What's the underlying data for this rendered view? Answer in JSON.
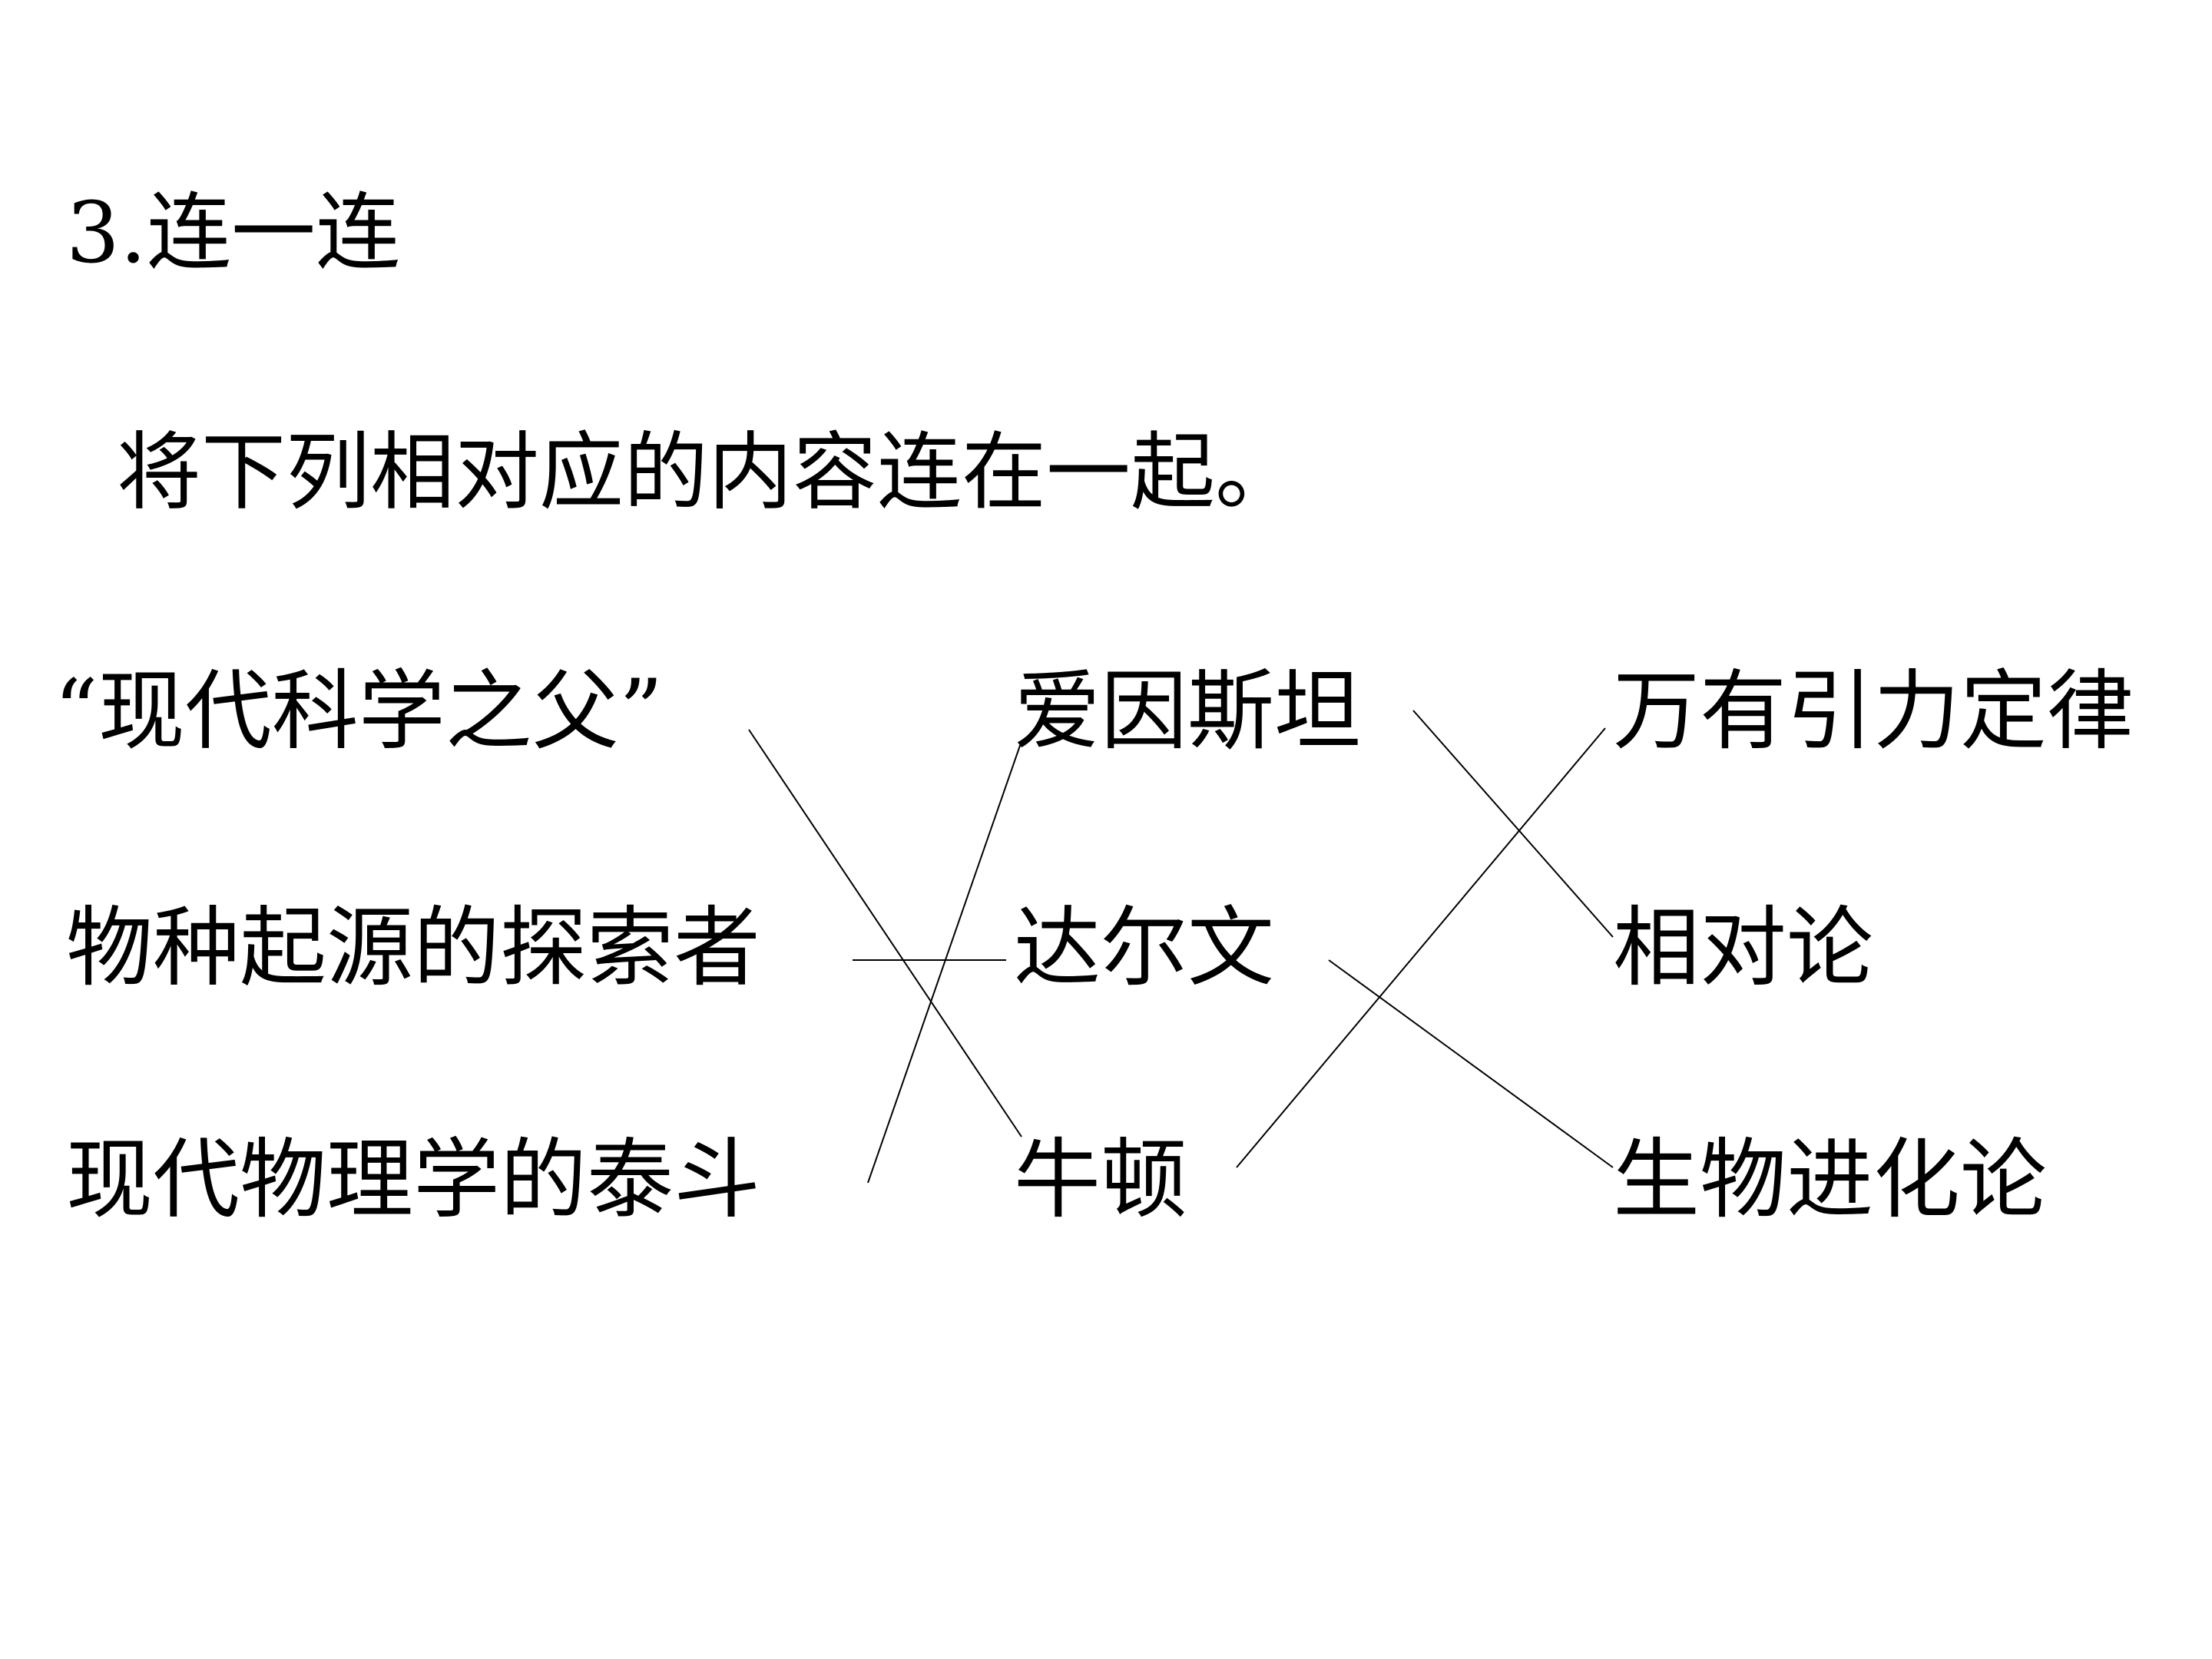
{
  "title": "3.连一连",
  "instruction": "将下列相对应的内容连在一起。",
  "columns": {
    "left": [
      "“现代科学之父”",
      "物种起源的探索者",
      "现代物理学的泰斗"
    ],
    "middle": [
      "爱因斯坦",
      "达尔文",
      "牛顿"
    ],
    "right": [
      "万有引力定律",
      "相对论",
      "生物进化论"
    ]
  },
  "colors": {
    "background": "#ffffff",
    "text": "#000000",
    "line": "#000000"
  }
}
